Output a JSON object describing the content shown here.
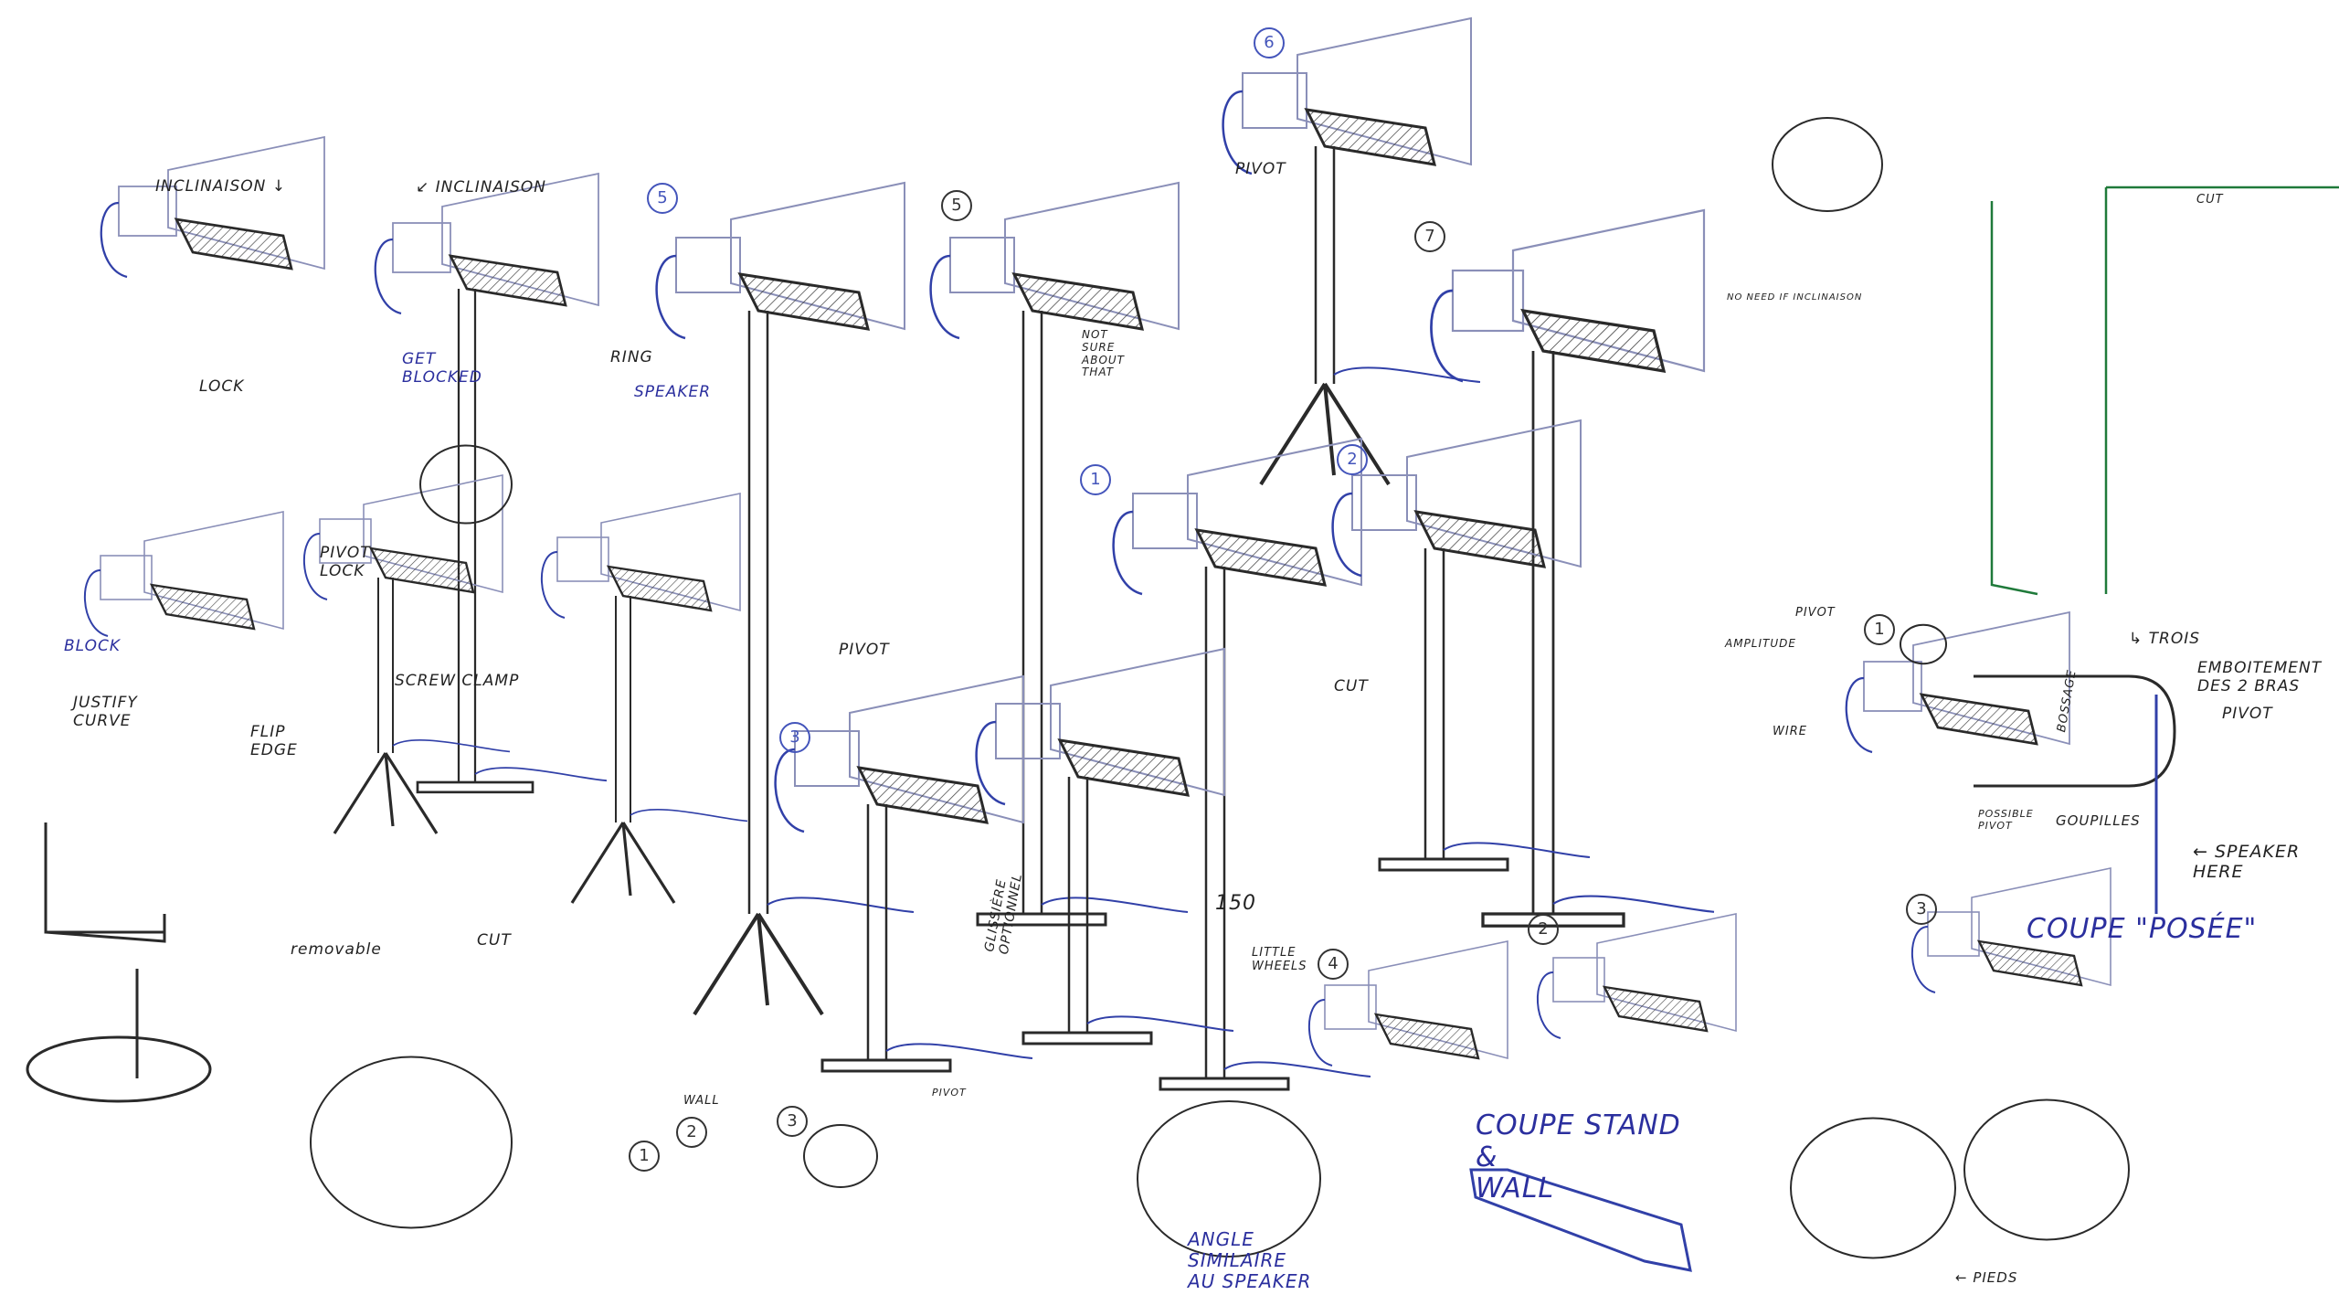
{
  "labels": {
    "inclinaison_1": "inclinaison ↓",
    "lock": "Lock",
    "block": "Block",
    "justify_curve": "Justify\ncurve",
    "flip_edge": "Flip\nedge",
    "inclinaison_2": "↙ inclinaison",
    "get_blocked": "Get\nblocked",
    "ring": "Ring",
    "speaker": "Speaker",
    "pivot_lock": "Pivot\nLock",
    "screw_clamp": "Screw clamp",
    "removable": "removable",
    "cut_1": "cut",
    "pivot_1": "Pivot",
    "not_sure": "Not\nsure\nabout\nthat",
    "pivot_2": "Pivot",
    "cut_2": "cut",
    "dimension": "150",
    "little_wheels": "Little\nwheels",
    "glissiere": "Glissière\noptionnel",
    "angle_similaire": "Angle\nsimilaire\nau speaker",
    "coupe_stand_wall": "Coupe  Stand\n            &\n            Wall",
    "coupe_posee": "Coupe  \"Posée\"",
    "speaker_here": "← Speaker\nhere",
    "emboitement": "Emboitement\ndes 2 bras",
    "pivot_3": "Pivot",
    "trois": "↳ Trois",
    "bossage": "Bossage",
    "goupilles": "Goupilles",
    "possible_pivot": "Possible\npivot",
    "wire": "Wire",
    "pivot_4": "Pivot",
    "amplitude": "Amplitude",
    "no_need": "No need if inclinaison",
    "cut_3": "cut",
    "pieds": "← Pieds",
    "wall": "Wall",
    "pivot_5": "Pivot"
  },
  "numbers": [
    "5",
    "5",
    "6",
    "7",
    "1",
    "2",
    "3",
    "4",
    "1",
    "2",
    "3",
    "1",
    "2",
    "3"
  ],
  "colors": {
    "ink": "#2a2a2a",
    "blue_ink": "#3140a8",
    "green_ink": "#1f7a3a",
    "pencil": "#8a8fb8"
  }
}
